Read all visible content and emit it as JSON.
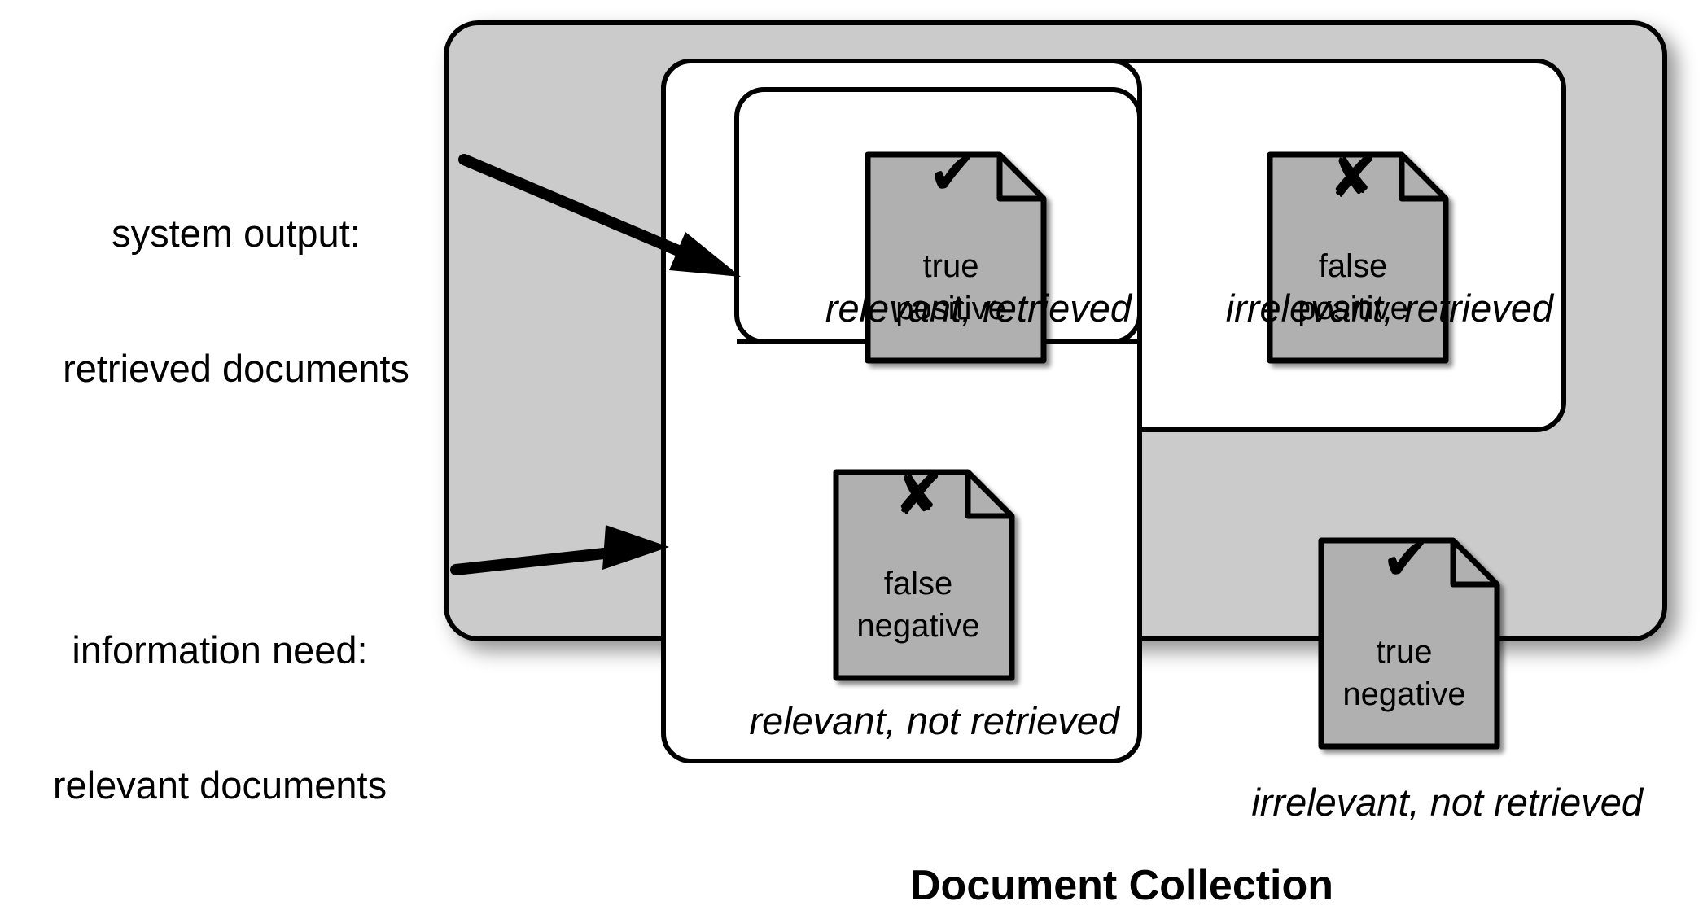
{
  "title": "Document Collection",
  "annotations": [
    {
      "name": "system-output",
      "line1": "system output:",
      "line2": "retrieved documents"
    },
    {
      "name": "information-need",
      "line1": "information need:",
      "line2": "relevant documents"
    }
  ],
  "regions": [
    {
      "key": "tp",
      "label": "relevant, retrieved"
    },
    {
      "key": "fp",
      "label": "irrelevant, retrieved"
    },
    {
      "key": "fn",
      "label": "relevant, not retrieved"
    },
    {
      "key": "tn",
      "label": "irrelevant, not retrieved"
    }
  ],
  "documents": [
    {
      "key": "tp",
      "glyph": "✔",
      "glyph_name": "check-mark-icon",
      "line1": "true",
      "line2": "positive"
    },
    {
      "key": "fp",
      "glyph": "✘",
      "glyph_name": "cross-mark-icon",
      "line1": "false",
      "line2": "positive"
    },
    {
      "key": "fn",
      "glyph": "✘",
      "glyph_name": "cross-mark-icon",
      "line1": "false",
      "line2": "negative"
    },
    {
      "key": "tn",
      "glyph": "✔",
      "glyph_name": "check-mark-icon",
      "line1": "true",
      "line2": "negative"
    }
  ],
  "colors": {
    "collection_fill": "#cbcbcb",
    "region_fill": "#ffffff",
    "document_fill": "#b0b0b0",
    "stroke": "#000000",
    "text": "#000000",
    "background": "#ffffff"
  }
}
